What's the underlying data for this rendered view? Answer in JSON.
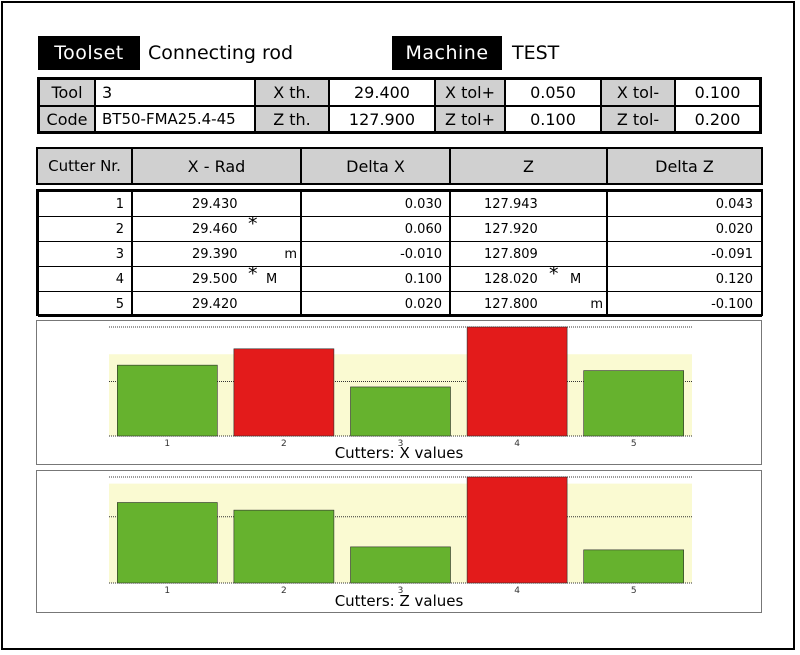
{
  "header": {
    "toolset_label": "Toolset",
    "toolset_value": "Connecting rod",
    "machine_label": "Machine",
    "machine_value": "TEST"
  },
  "params": {
    "tool_label": "Tool",
    "tool_value": "3",
    "code_label": "Code",
    "code_value": "BT50-FMA25.4-45",
    "xth_label": "X th.",
    "xth_value": "29.400",
    "zth_label": "Z th.",
    "zth_value": "127.900",
    "xtolp_label": "X tol+",
    "xtolp_value": "0.050",
    "ztolp_label": "Z tol+",
    "ztolp_value": "0.100",
    "xtolm_label": "X tol-",
    "xtolm_value": "0.100",
    "ztolm_label": "Z tol-",
    "ztolm_value": "0.200"
  },
  "table": {
    "headers": [
      "Cutter Nr.",
      "X - Rad",
      "Delta X",
      "Z",
      "Delta Z"
    ],
    "rows": [
      {
        "nr": "1",
        "xrad": "29.430",
        "xmark": "",
        "xstar": "",
        "dx": "0.030",
        "z": "127.943",
        "zmark": "",
        "zstar": "",
        "dz": "0.043"
      },
      {
        "nr": "2",
        "xrad": "29.460",
        "xmark": "",
        "xstar": "*",
        "dx": "0.060",
        "z": "127.920",
        "zmark": "",
        "zstar": "",
        "dz": "0.020"
      },
      {
        "nr": "3",
        "xrad": "29.390",
        "xmark": "m",
        "xstar": "",
        "dx": "-0.010",
        "z": "127.809",
        "zmark": "",
        "zstar": "",
        "dz": "-0.091"
      },
      {
        "nr": "4",
        "xrad": "29.500",
        "xmark": "M",
        "xstar": "*",
        "dx": "0.100",
        "z": "128.020",
        "zmark": "M",
        "zstar": "*",
        "dz": "0.120"
      },
      {
        "nr": "5",
        "xrad": "29.420",
        "xmark": "",
        "xstar": "",
        "dx": "0.020",
        "z": "127.800",
        "zmark": "m",
        "zstar": "",
        "dz": "-0.100"
      }
    ]
  },
  "colors": {
    "ok": "#66b22e",
    "bad": "#e31b1b",
    "band": "#fafad2"
  },
  "charts": [
    {
      "title": "Cutters: X values",
      "categories": [
        "1",
        "2",
        "3",
        "4",
        "5"
      ],
      "values": [
        29.43,
        29.46,
        29.39,
        29.5,
        29.42
      ],
      "status": [
        "ok",
        "bad",
        "ok",
        "bad",
        "ok"
      ],
      "nominal": 29.4,
      "tol_plus": 0.05,
      "tol_minus": 0.1,
      "ylim": [
        29.3,
        29.5
      ]
    },
    {
      "title": "Cutters: Z values",
      "categories": [
        "1",
        "2",
        "3",
        "4",
        "5"
      ],
      "values": [
        127.943,
        127.92,
        127.809,
        128.02,
        127.8
      ],
      "status": [
        "ok",
        "ok",
        "ok",
        "bad",
        "ok"
      ],
      "nominal": 127.9,
      "tol_plus": 0.1,
      "tol_minus": 0.2,
      "ylim": [
        127.7,
        128.02
      ]
    }
  ]
}
